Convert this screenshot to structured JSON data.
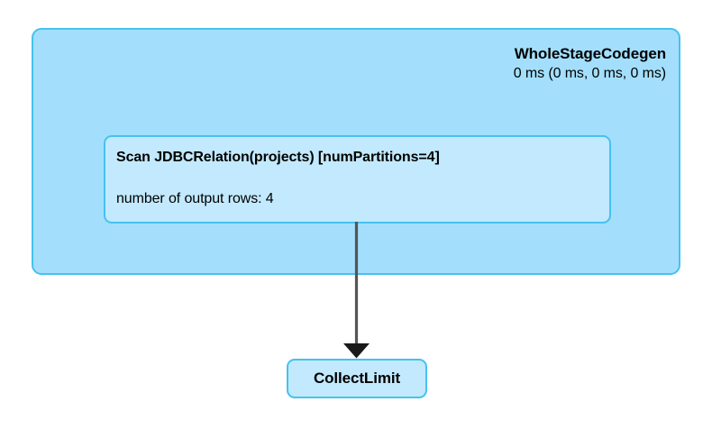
{
  "graph": {
    "background_color": "#ffffff",
    "cluster": {
      "name": "whole-stage-codegen",
      "title": "WholeStageCodegen",
      "metric": "0 ms (0 ms, 0 ms, 0 ms)",
      "fill_color": "#a3dffc",
      "border_color": "#45c2f0"
    },
    "inner_node": {
      "name": "scan-jdbc-relation",
      "title": "Scan JDBCRelation(projects) [numPartitions=4]",
      "metric": "number of output rows: 4",
      "fill_color": "#c2e9fd",
      "border_color": "#45c2f0"
    },
    "leaf_node": {
      "name": "collect-limit",
      "title": "CollectLimit",
      "fill_color": "#c2e9fd",
      "border_color": "#45c2f0"
    },
    "edge": {
      "name": "scan-to-collect-limit",
      "from": "Scan JDBCRelation(projects) [numPartitions=4]",
      "to": "CollectLimit",
      "color": "#555555",
      "arrowhead": "filled-triangle"
    }
  }
}
